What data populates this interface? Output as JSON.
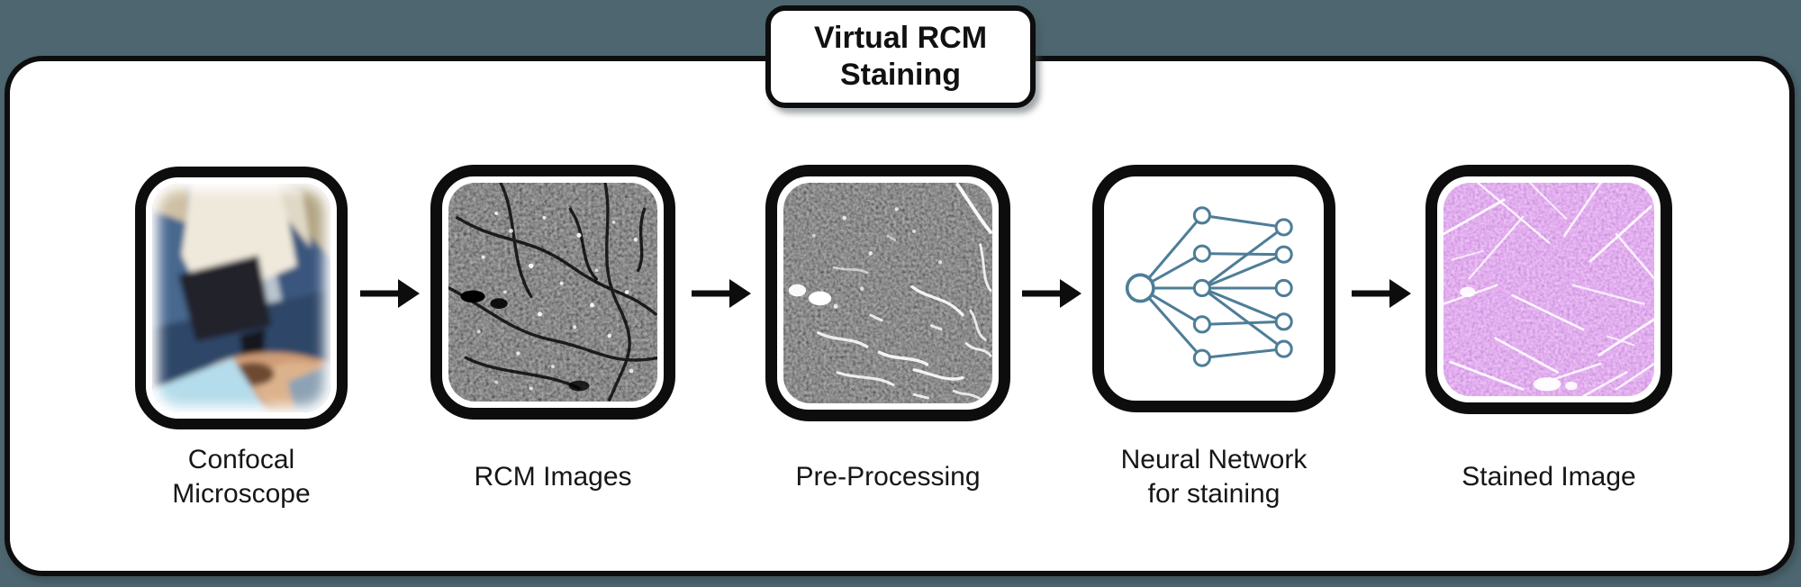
{
  "diagram": {
    "title": "Virtual RCM\nStaining",
    "stages": [
      {
        "id": "confocal-microscope",
        "label": "Confocal\nMicroscope",
        "thumbnail": "confocal-microscope-photo",
        "description": "photo of handheld confocal microscope probe on skin"
      },
      {
        "id": "rcm-images",
        "label": "RCM Images",
        "thumbnail": "rcm-image-thumbnail",
        "description": "dark grayscale reflectance confocal microscopy texture"
      },
      {
        "id": "pre-processing",
        "label": "Pre-Processing",
        "thumbnail": "preprocessed-rcm-image-thumbnail",
        "description": "contrast-enhanced RCM texture with bright fibers"
      },
      {
        "id": "neural-network",
        "label": "Neural Network\nfor staining",
        "thumbnail": "neural-network-icon",
        "description": "feed-forward network: 1 input node, 5 hidden nodes, 5 output nodes"
      },
      {
        "id": "stained-image",
        "label": "Stained Image",
        "thumbnail": "stained-image-thumbnail",
        "description": "virtually stained purple histology-like image"
      }
    ],
    "flow": [
      [
        "confocal-microscope",
        "rcm-images"
      ],
      [
        "rcm-images",
        "pre-processing"
      ],
      [
        "pre-processing",
        "neural-network"
      ],
      [
        "neural-network",
        "stained-image"
      ]
    ],
    "icons": {
      "arrow": "arrow-right-icon"
    },
    "colors": {
      "page_background": "#4d6670",
      "panel_background": "#ffffff",
      "outline": "#0d0d0d",
      "network_blue": "#4e7d97",
      "stain_purple": "#b36fd6"
    }
  }
}
